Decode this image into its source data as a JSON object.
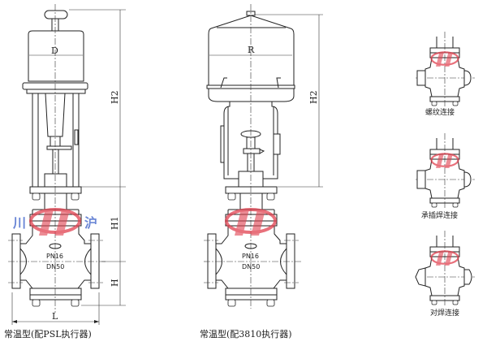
{
  "drawings": {
    "left": {
      "caption": "常温型(配PSL执行器)",
      "dim_D": "D",
      "dim_H2": "H2",
      "dim_H1": "H1",
      "dim_H": "H",
      "dim_L": "L"
    },
    "right": {
      "caption": "常温型(配3810执行器)",
      "dim_R": "R",
      "dim_H2": "H2"
    },
    "body_marking": {
      "pressure": "PN16",
      "size": "DN50"
    },
    "connections": [
      {
        "label": "螺纹连接"
      },
      {
        "label": "承插焊连接"
      },
      {
        "label": "对焊连接"
      }
    ]
  },
  "watermark": {
    "left_char": "川",
    "right_char": "沪",
    "logo_color": "#e0404f",
    "text_color": "#3a5fc8"
  }
}
